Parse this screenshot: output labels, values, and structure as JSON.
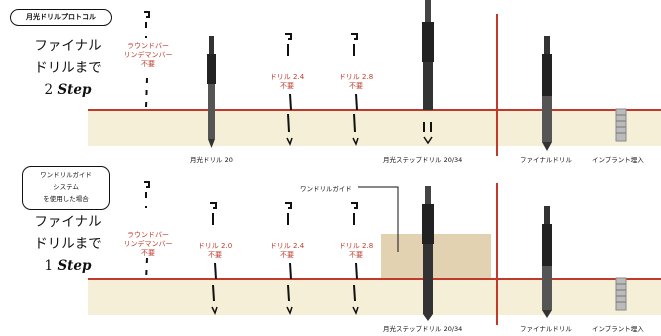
{
  "protocol_badge": "月光ドリルプロトコル",
  "row1": {
    "title_line1": "ファイナル",
    "title_line2": "ドリルまで",
    "step_num": "2",
    "step_word": "Step",
    "notes": [
      {
        "l1": "ラウンドバー",
        "l2": "リンデマンバー",
        "l3": "不要"
      },
      {
        "l1": "ドリル 2.4",
        "l2": "不要"
      },
      {
        "l1": "ドリル 2.8",
        "l2": "不要"
      }
    ],
    "captions": {
      "drill20": "月光ドリル 20",
      "step2034": "月光ステップドリル 20/34",
      "final": "ファイナルドリル",
      "implant": "インプラント埋入"
    }
  },
  "row2": {
    "badge_l1": "ワンドリルガイド",
    "badge_l2": "システム",
    "badge_l3": "を使用した場合",
    "title_line1": "ファイナル",
    "title_line2": "ドリルまで",
    "step_num": "1",
    "step_word": "Step",
    "callout": "ワンドリルガイド",
    "notes": [
      {
        "l1": "ラウンドバー",
        "l2": "リンデマンバー",
        "l3": "不要"
      },
      {
        "l1": "ドリル 2.0",
        "l2": "不要"
      },
      {
        "l1": "ドリル 2.4",
        "l2": "不要"
      },
      {
        "l1": "ドリル 2.8",
        "l2": "不要"
      }
    ],
    "captions": {
      "step2034": "月光ステップドリル 20/34",
      "final": "ファイナルドリル",
      "implant": "インプラント埋入"
    }
  },
  "colors": {
    "accent": "#c0392b",
    "band": "#f5efd8",
    "guide": "#e2d2b2"
  },
  "icons": [
    "dashed-drill-outline-icon",
    "drill-icon",
    "step-drill-icon",
    "implant-icon"
  ]
}
